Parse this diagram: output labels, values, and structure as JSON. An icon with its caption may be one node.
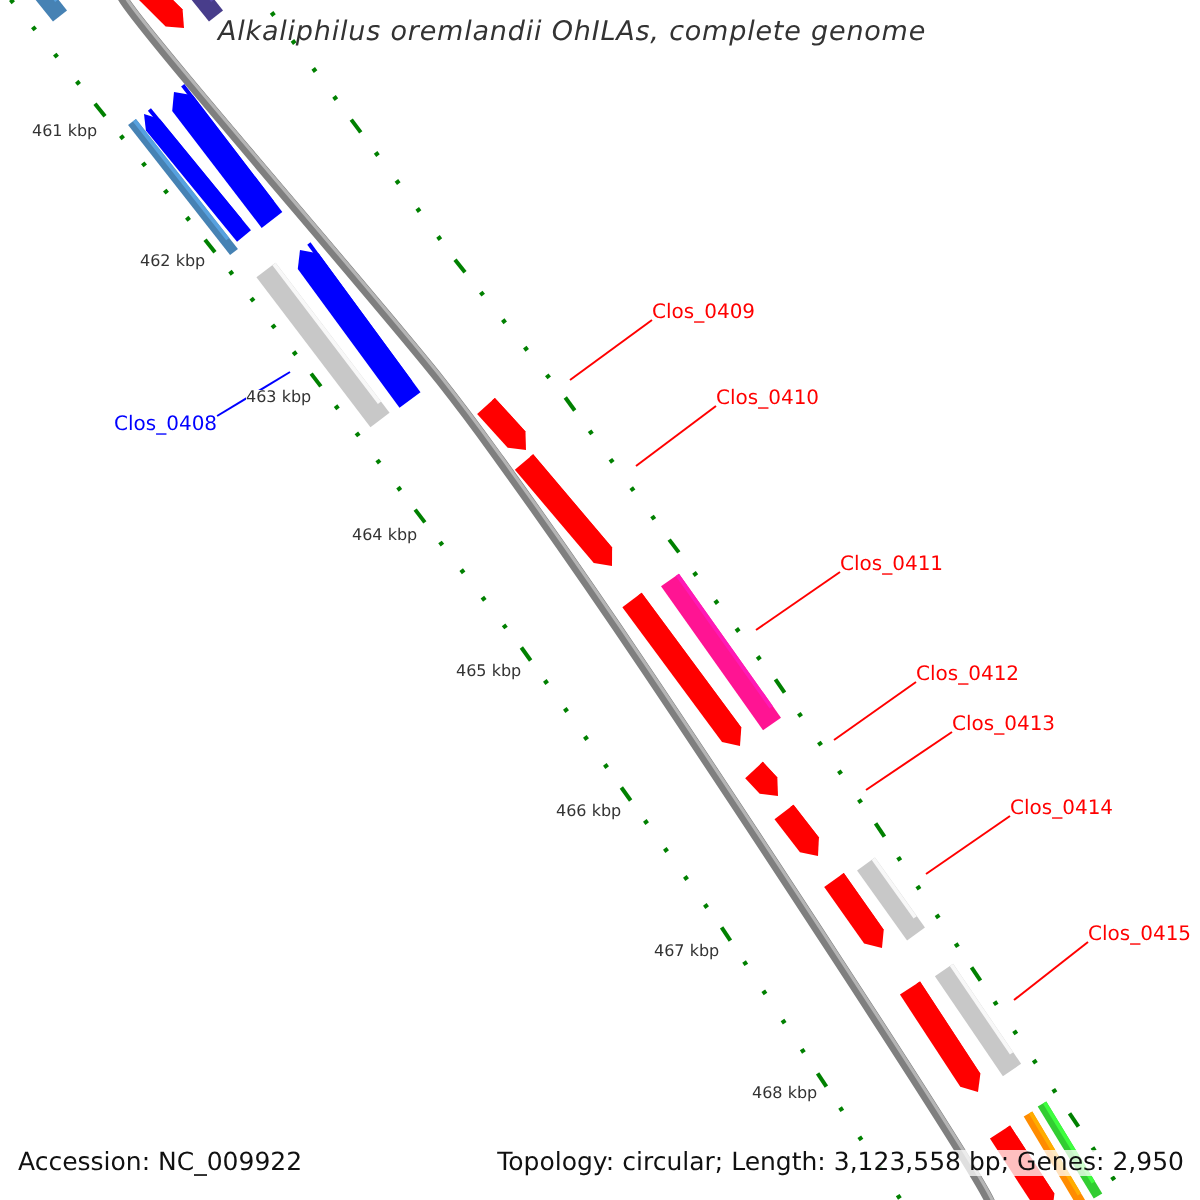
{
  "diagram": {
    "title": "Alkaliphilus oremlandii OhILAs, complete genome",
    "nodes": [
      {
        "text": [
          "Clos_0408"
        ]
      },
      {
        "text": [
          "Clos_0409"
        ]
      },
      {
        "text": [
          "Clos_0410"
        ]
      },
      {
        "text": [
          "Clos_0411"
        ]
      },
      {
        "text": [
          "Clos_0412"
        ]
      },
      {
        "text": [
          "Clos_0413"
        ]
      },
      {
        "text": [
          "Clos_0414"
        ]
      },
      {
        "text": [
          "Clos_0415"
        ]
      }
    ],
    "edges": [
      {
        "from": 0,
        "to": null,
        "arrow": "none",
        "color": "#0000ff"
      },
      {
        "from": 1,
        "to": null,
        "arrow": "none"
      },
      {
        "from": 2,
        "to": null,
        "arrow": "none"
      },
      {
        "from": 3,
        "to": null,
        "arrow": "none"
      },
      {
        "from": 4,
        "to": null,
        "arrow": "none"
      },
      {
        "from": 5,
        "to": null,
        "arrow": "none"
      },
      {
        "from": 6,
        "to": null,
        "arrow": "none"
      },
      {
        "from": 7,
        "to": null,
        "arrow": "none"
      }
    ],
    "labels": [
      "461 kbp",
      "462 kbp",
      "463 kbp",
      "464 kbp",
      "465 kbp",
      "466 kbp",
      "467 kbp",
      "468 kbp",
      "Accession: NC_009922",
      "Topology: circular; Length: 3,123,558 bp; Genes: 2,950"
    ]
  }
}
